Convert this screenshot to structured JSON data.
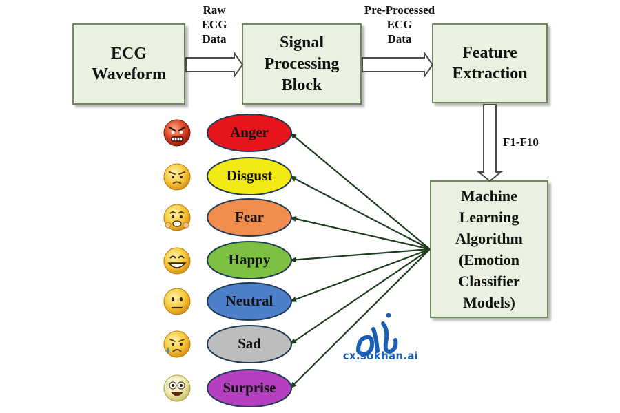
{
  "blocks": {
    "ecg_waveform": "ECG\nWaveform",
    "signal_processing": "Signal\nProcessing\nBlock",
    "feature_extraction": "Feature\nExtraction",
    "ml_algorithm": "Machine\nLearning\nAlgorithm\n(Emotion\nClassifier\nModels)"
  },
  "flow_labels": {
    "raw_ecg": "Raw\nECG\nData",
    "preprocessed_ecg": "Pre-Processed\nECG\nData",
    "features": "F1-F10"
  },
  "emotions": [
    {
      "label": "Anger",
      "color": "#e8141b",
      "face": "angry-face-icon"
    },
    {
      "label": "Disgust",
      "color": "#f2ea12",
      "face": "frowning-face-icon"
    },
    {
      "label": "Fear",
      "color": "#f08c4e",
      "face": "fearful-face-icon"
    },
    {
      "label": "Happy",
      "color": "#7cc142",
      "face": "grinning-face-icon"
    },
    {
      "label": "Neutral",
      "color": "#4e7fc9",
      "face": "neutral-face-icon"
    },
    {
      "label": "Sad",
      "color": "#bdbdbd",
      "face": "crying-face-icon"
    },
    {
      "label": "Surprise",
      "color": "#b43fbf",
      "face": "surprised-face-icon"
    }
  ],
  "watermark": {
    "text": "cx.sokhan.ai",
    "logo": "سخن"
  },
  "colors": {
    "box_fill": "#eaf1e0",
    "box_border": "#6f8a5a",
    "arrow": "#1e3d1e",
    "watermark": "#1a5fb5"
  }
}
